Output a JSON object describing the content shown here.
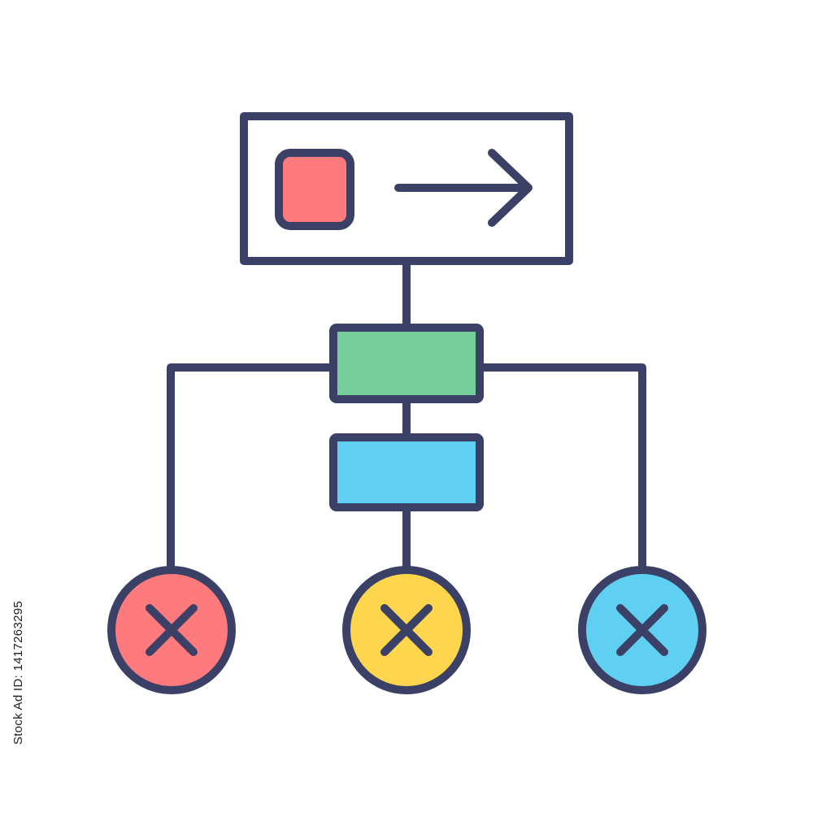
{
  "stock_id": "Stock Ad ID: 1417263295",
  "colors": {
    "outline": "#3b4166",
    "background": "#ffffff",
    "red": "#fe7a7d",
    "green": "#76cf98",
    "blue": "#5fcff2",
    "yellow": "#fdd64e"
  },
  "diagram": {
    "top_node": {
      "icon": "square-and-arrow-right-icon"
    },
    "middle_nodes": [
      {
        "color": "green"
      },
      {
        "color": "blue"
      }
    ],
    "end_nodes": [
      {
        "color": "red",
        "icon": "x-mark-icon"
      },
      {
        "color": "yellow",
        "icon": "x-mark-icon"
      },
      {
        "color": "blue",
        "icon": "x-mark-icon"
      }
    ]
  }
}
